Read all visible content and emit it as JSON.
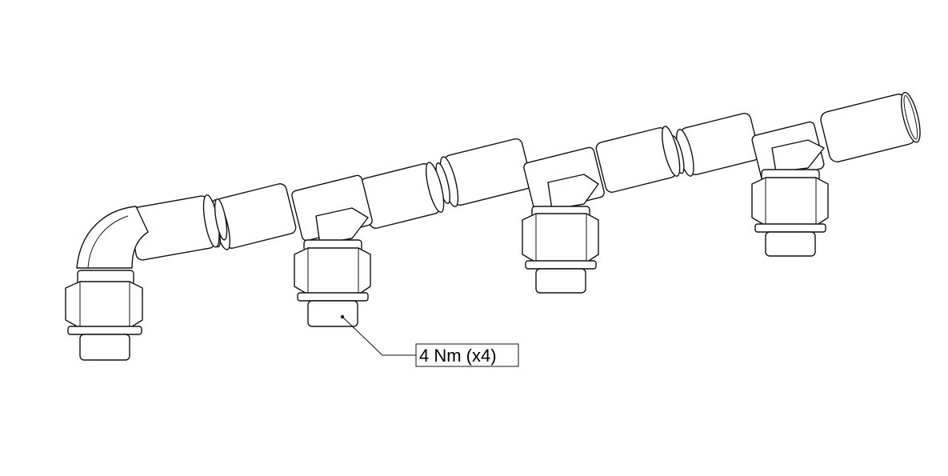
{
  "drawing": {
    "callout_text": "4 Nm (x4)",
    "ink_color": "#111111",
    "background_color": "#ffffff"
  },
  "parts": {
    "elbow": "elbow-fitting",
    "tees": [
      "tee-fitting-1",
      "tee-fitting-2",
      "tee-fitting-3"
    ],
    "connectors_count": 4
  }
}
